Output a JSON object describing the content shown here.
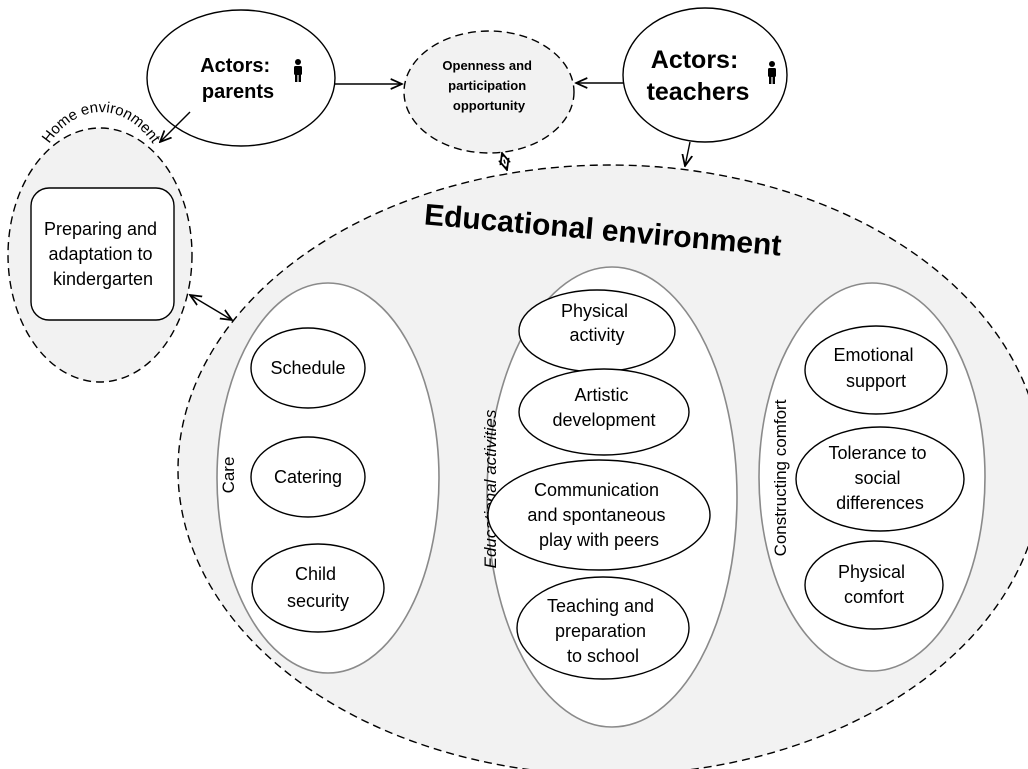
{
  "actors": {
    "parents": {
      "line1": "Actors:",
      "line2": "parents",
      "icon": "person-icon"
    },
    "teachers": {
      "line1": "Actors:",
      "line2": "teachers",
      "icon": "person-icon"
    }
  },
  "openness": {
    "line1": "Openness and",
    "line2": "participation",
    "line3": "opportunity"
  },
  "home": {
    "title": "Home environment",
    "box": {
      "line1": "Preparing and",
      "line2": "adaptation to",
      "line3": "kindergarten"
    }
  },
  "educational": {
    "title": "Educational environment",
    "care": {
      "label": "Care",
      "items": [
        {
          "line1": "Schedule"
        },
        {
          "line1": "Catering"
        },
        {
          "line1": "Child",
          "line2": "security"
        }
      ]
    },
    "activities": {
      "label": "Educational activities",
      "items": [
        {
          "line1": "Physical",
          "line2": "activity"
        },
        {
          "line1": "Artistic",
          "line2": "development"
        },
        {
          "line1": "Communication",
          "line2": "and spontaneous",
          "line3": "play with peers"
        },
        {
          "line1": "Teaching and",
          "line2": "preparation",
          "line3": "to school"
        }
      ]
    },
    "comfort": {
      "label": "Constructing  comfort",
      "items": [
        {
          "line1": "Emotional",
          "line2": "support"
        },
        {
          "line1": "Tolerance to",
          "line2": "social",
          "line3": "differences"
        },
        {
          "line1": "Physical",
          "line2": "comfort"
        }
      ]
    }
  },
  "colors": {
    "environment_fill": "#f2f2f2",
    "stroke": "#000000",
    "group_stroke": "#8a8a8a"
  }
}
